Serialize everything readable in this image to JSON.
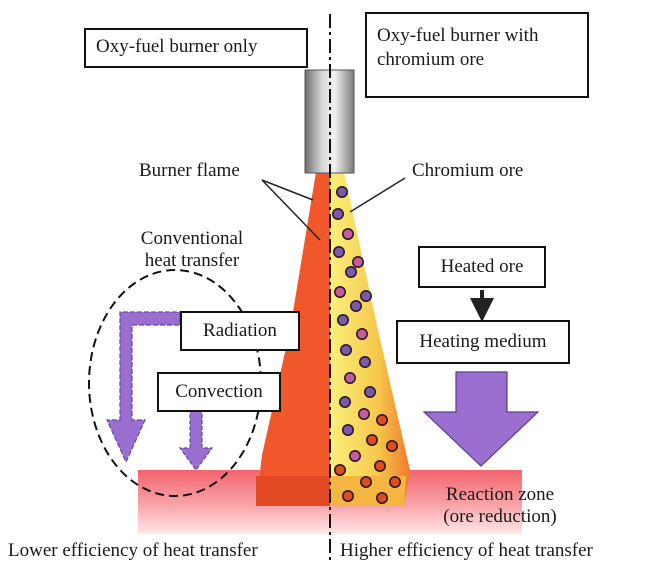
{
  "title_left": "Oxy-fuel burner only",
  "title_right_line1": "Oxy-fuel burner with",
  "title_right_line2": "chromium ore",
  "label_burner_flame": "Burner flame",
  "label_chromium_ore": "Chromium ore",
  "label_conventional_line1": "Conventional",
  "label_conventional_line2": "heat transfer",
  "box_radiation": "Radiation",
  "box_convection": "Convection",
  "box_heated_ore": "Heated ore",
  "box_heating_medium": "Heating medium",
  "label_reaction_line1": "Reaction zone",
  "label_reaction_line2": "(ore reduction)",
  "caption_left": "Lower efficiency of heat transfer",
  "caption_right": "Higher efficiency of heat transfer",
  "colors": {
    "flame": "#f0582b",
    "flame_dark": "#e04a20",
    "ore_gradient": "#f7e66a",
    "arrow_purple": "#9a6fcf",
    "arrow_purple_dark": "#6c42a8",
    "floor_red": "#f3646e",
    "burner_gray": "#8c8c8c"
  }
}
